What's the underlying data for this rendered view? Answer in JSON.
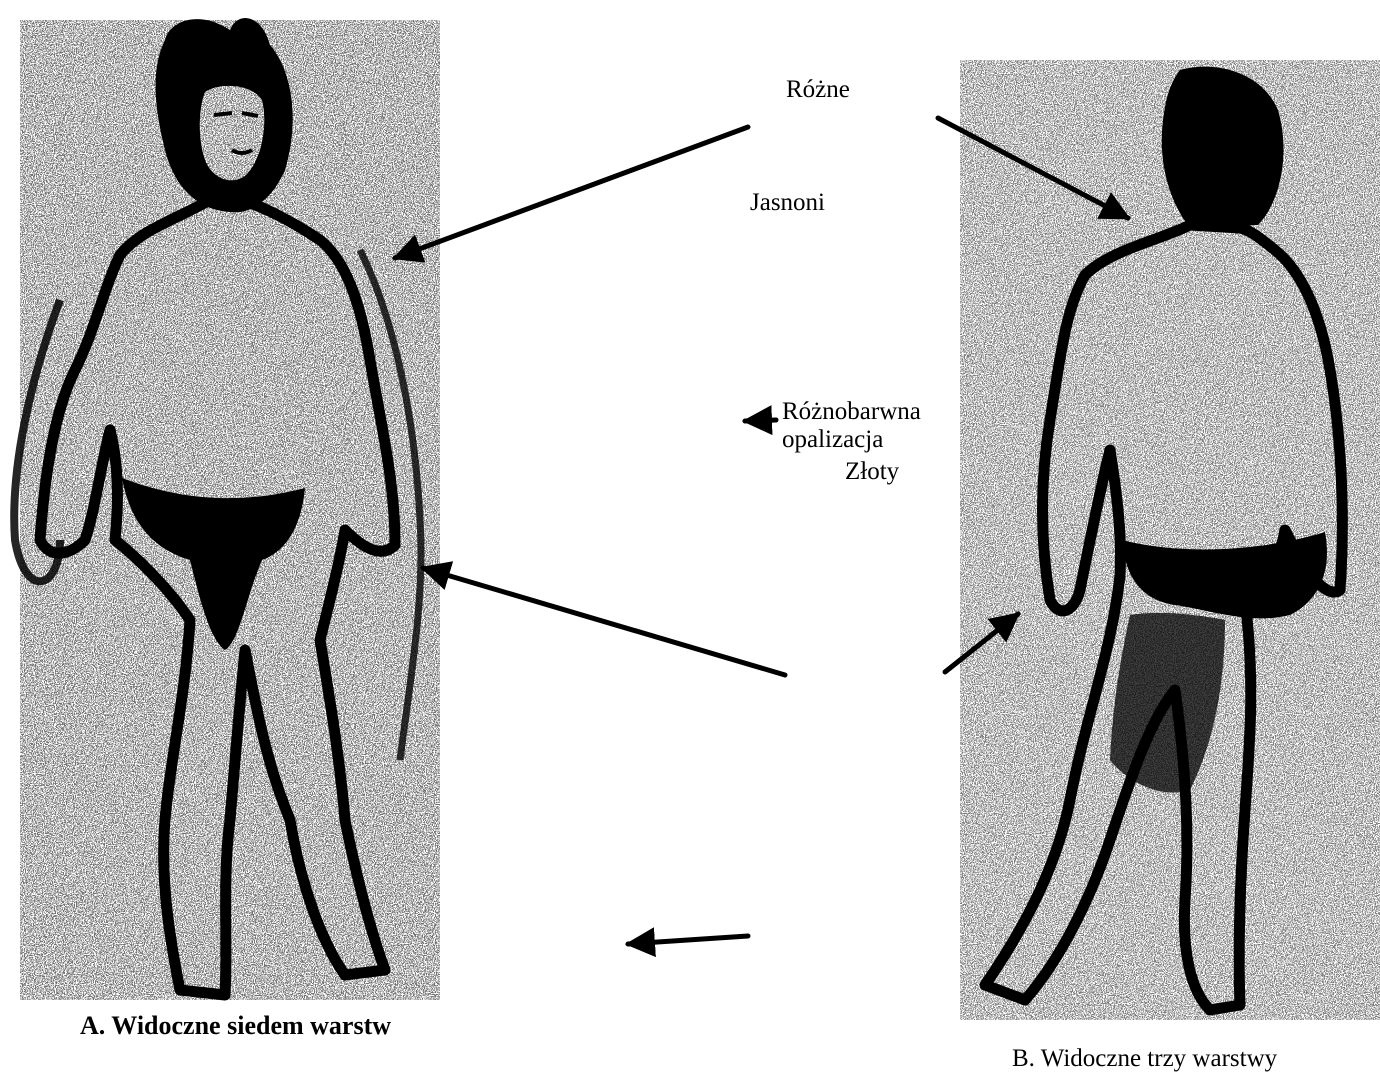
{
  "labels": {
    "rozne": "Różne",
    "jasnoni": "Jasnoni",
    "opalizacja_line1": "Różnobarwna",
    "opalizacja_line2": "opalizacja",
    "zloty": "Złoty"
  },
  "figures": {
    "front": {
      "caption": "A. Widoczne siedem warstw"
    },
    "back": {
      "caption": "B. Widoczne trzy warstwy"
    }
  },
  "colors": {
    "ink": "#000000",
    "background": "#ffffff"
  }
}
